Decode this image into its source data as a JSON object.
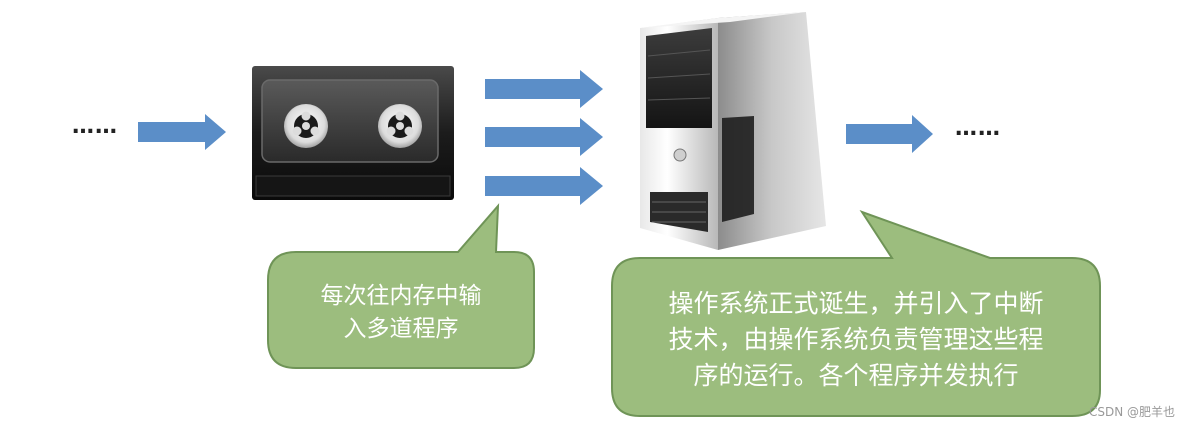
{
  "flow": {
    "left_ellipsis": "……",
    "right_ellipsis": "……"
  },
  "callouts": {
    "tape_note": {
      "line1": "每次往内存中输",
      "line2": "入多道程序"
    },
    "os_note": {
      "line1": "操作系统正式诞生，并引入了中断",
      "line2": "技术，由操作系统负责管理这些程",
      "line3": "序的运行。各个程序并发执行"
    }
  },
  "watermark": "CSDN @肥羊也",
  "colors": {
    "arrow": "#5b8ec8",
    "bubble_fill": "#9cbd7e",
    "bubble_stroke": "#6f9457",
    "bubble_text": "#ffffff"
  }
}
